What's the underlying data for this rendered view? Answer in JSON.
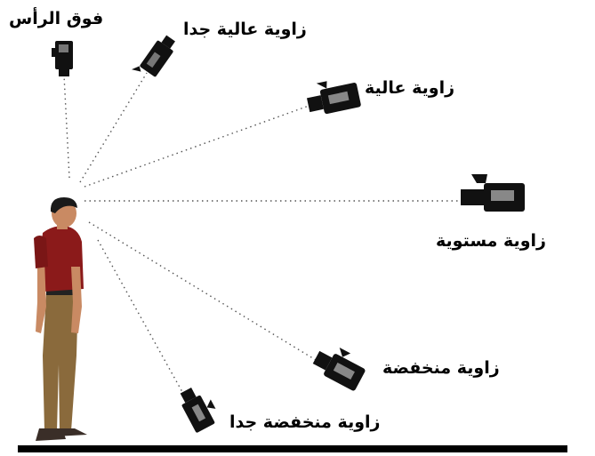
{
  "labels": {
    "overhead": "فوق الرأس",
    "very_high": "زاوية عالية جدا",
    "high": "زاوية عالية",
    "eye_level": "زاوية مستوية",
    "low": "زاوية منخفضة",
    "very_low": "زاوية منخفضة جدا"
  },
  "colors": {
    "camera": "#111111",
    "shirt": "#8b1a1a",
    "pants": "#8a6a3c",
    "skin": "#c98a63",
    "hair": "#1a1a1a",
    "ground": "#000000",
    "sight_lines": "#555555"
  }
}
